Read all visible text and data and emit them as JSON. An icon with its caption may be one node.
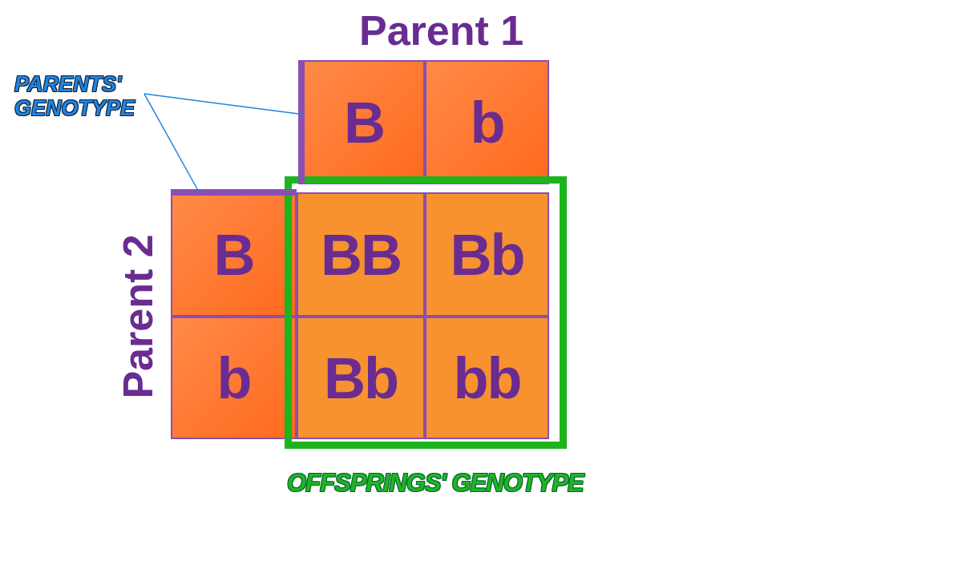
{
  "diagram": {
    "nodes": [
      {
        "text": [
          "PARENTS' GENOTYPE"
        ]
      },
      {
        "text": [
          "B"
        ]
      },
      {
        "text": [
          "b"
        ]
      },
      {
        "text": [
          "B"
        ]
      },
      {
        "text": [
          "b"
        ]
      },
      {
        "text": [
          "OFFSPRINGS' GENOTYPE"
        ]
      },
      {
        "text": [
          "BB"
        ],
        "in": 5
      },
      {
        "text": [
          "Bb"
        ],
        "in": 5
      },
      {
        "text": [
          "Bb"
        ],
        "in": 5
      },
      {
        "text": [
          "bb"
        ],
        "in": 5
      }
    ],
    "edges": [
      {
        "from": 0,
        "to": 1,
        "arrow": "none"
      },
      {
        "from": 0,
        "to": 3,
        "arrow": "none"
      }
    ],
    "labels": [
      "Parent 1",
      "Parent 2"
    ]
  }
}
